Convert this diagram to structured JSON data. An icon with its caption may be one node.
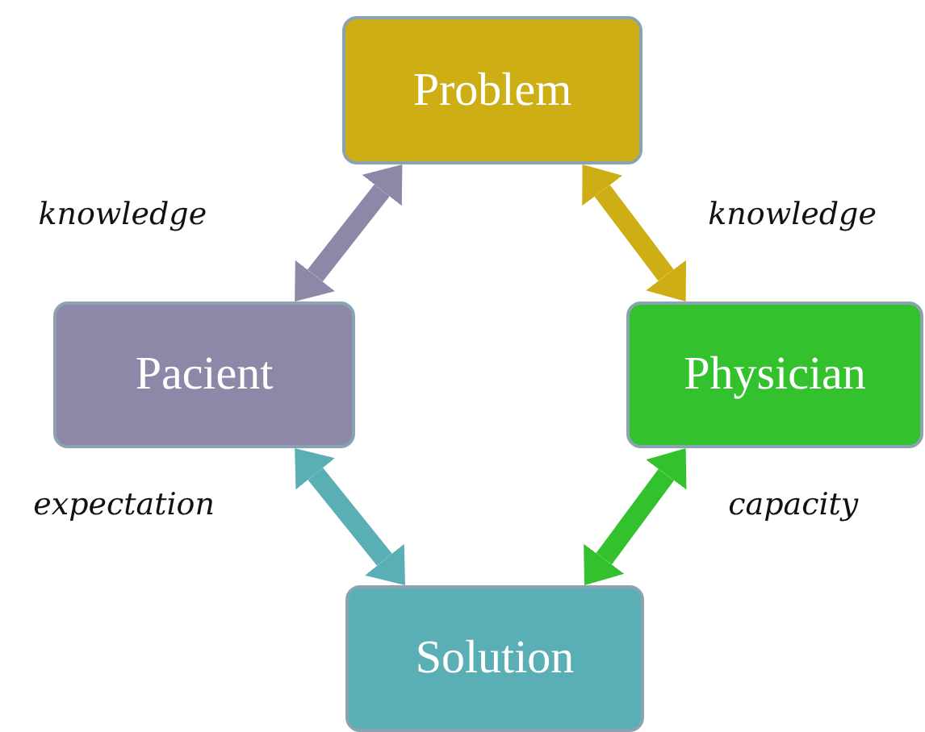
{
  "diagram": {
    "nodes": [
      {
        "text": [
          "Problem"
        ]
      },
      {
        "text": [
          "Pacient"
        ]
      },
      {
        "text": [
          "Physician"
        ]
      },
      {
        "text": [
          "Solution"
        ]
      }
    ],
    "edges": [
      {
        "from": 1,
        "to": 0,
        "arrow": "both",
        "label": "knowledge",
        "color": "#8e88a8"
      },
      {
        "from": 0,
        "to": 2,
        "arrow": "both",
        "label": "knowledge",
        "color": "#cdae14"
      },
      {
        "from": 1,
        "to": 3,
        "arrow": "both",
        "label": "expectation",
        "color": "#5aafb5"
      },
      {
        "from": 2,
        "to": 3,
        "arrow": "both",
        "label": "capacity",
        "color": "#33c22e"
      }
    ]
  }
}
